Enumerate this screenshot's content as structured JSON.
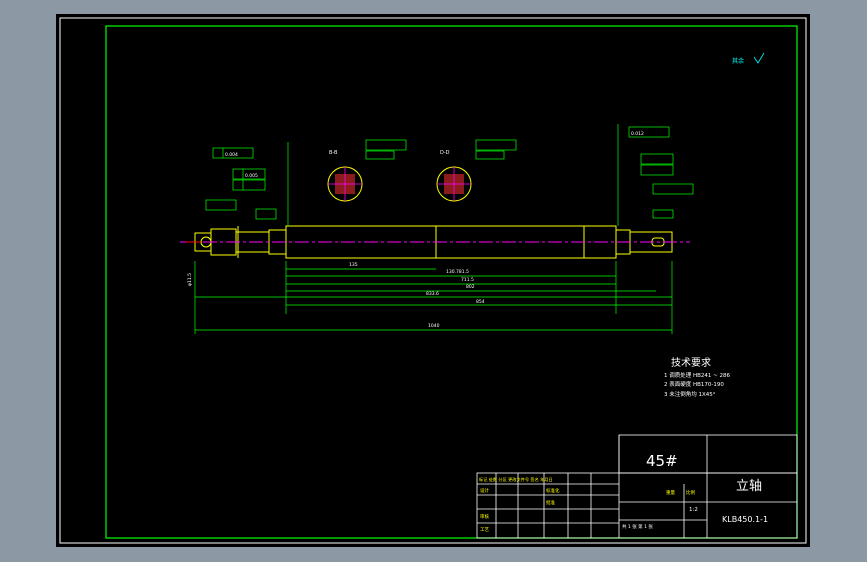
{
  "colors": {
    "background": "#000000",
    "frame": "#ffffff",
    "border": "#00ff00",
    "part": "#ffff00",
    "dimension": "#00ff00",
    "centerline": "#ff00ff",
    "text_highlight": "#00ffff",
    "title_text": "#ffffff"
  },
  "drawing": {
    "roughness_note": "其余",
    "technical_requirements": {
      "heading": "技术要求",
      "items": [
        "1  调质处理 HB241 ~ 286",
        "2  表面硬度 HB170-190",
        "3  未注倒角均 1X45°"
      ]
    },
    "dimensions": {
      "d1": "135",
      "d2": "130.781.5",
      "d3": "711.5",
      "d4": "802",
      "d5": "833.6",
      "d6": "854",
      "total": "1040",
      "vertical": "φ11.5"
    },
    "section_labels": [
      "B-B",
      "D-D"
    ],
    "gdt": {
      "runout": "0.004",
      "cyl": "0.005",
      "flat": "0.012"
    }
  },
  "title_block": {
    "material": "45#",
    "part_name": "立轴",
    "drawing_number": "KLB450.1-1",
    "scale": "1:2",
    "designer": "设计",
    "reviewer": "审核",
    "process": "工艺",
    "approve": "批准",
    "standard": "标准化",
    "header_row": "标记 处数 分区 更改文件号 签名 年月日",
    "weight_label": "重量",
    "scale_label": "比例",
    "sheet_label": "共 1 张 第 1 张"
  }
}
